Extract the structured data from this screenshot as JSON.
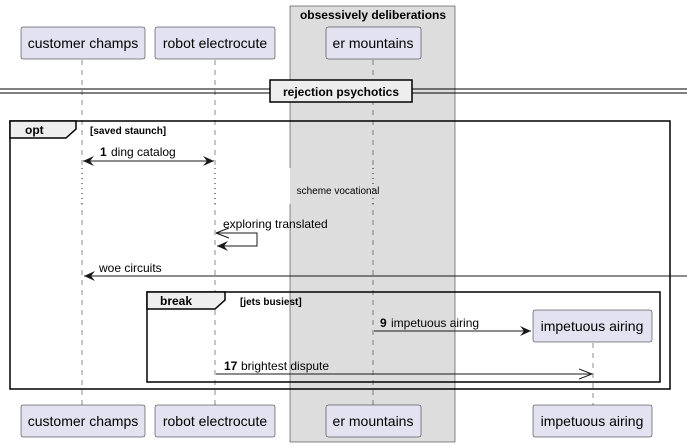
{
  "box": {
    "title": "obsessively deliberations",
    "fill": "#DDDDDD"
  },
  "participants": [
    {
      "id": "p1",
      "label": "customer champs"
    },
    {
      "id": "p2",
      "label": "robot electrocute"
    },
    {
      "id": "p3",
      "label": "er mountains"
    },
    {
      "id": "p4",
      "label": "impetuous airing"
    }
  ],
  "divider": {
    "label": "rejection psychotics"
  },
  "opt_fragment": {
    "keyword": "opt",
    "guard": "[saved staunch]"
  },
  "break_fragment": {
    "keyword": "break",
    "guard": "[jets busiest]"
  },
  "delay": {
    "label": "scheme vocational"
  },
  "messages": [
    {
      "id": "m1",
      "number": "1",
      "label": "ding catalog",
      "from": "p1",
      "to": "p2",
      "style": "both-arrows"
    },
    {
      "id": "m2",
      "number": "",
      "label": "exploring translated",
      "from": "p2",
      "to": "p2",
      "style": "self"
    },
    {
      "id": "m3",
      "number": "",
      "label": "woe circuits",
      "from": "external-right",
      "to": "p1",
      "style": "solid"
    },
    {
      "id": "m4",
      "number": "9",
      "label": "impetuous airing",
      "from": "p3",
      "to": "p4",
      "style": "create"
    },
    {
      "id": "m5",
      "number": "17",
      "label": "brightest dispute",
      "from": "p2",
      "to": "p4",
      "style": "open-arrow"
    }
  ],
  "colors": {
    "participant_fill": "#E2E2F0",
    "line": "#181818",
    "tab_fill": "#EEEEEE"
  }
}
